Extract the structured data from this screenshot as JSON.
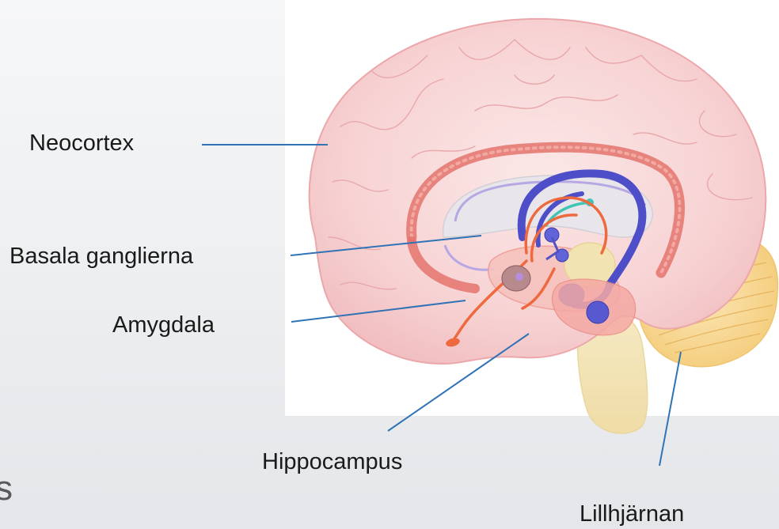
{
  "labels": {
    "neocortex": "Neocortex",
    "basal_ganglia": "Basala ganglierna",
    "amygdala": "Amygdala",
    "hippocampus": "Hippocampus",
    "cerebellum": "Lillhjärnan"
  },
  "stray_text": "s",
  "colors": {
    "background": "#eceef0",
    "panel": "#ffffff",
    "cortex": "#f6cdcf",
    "cortex_outline": "#e89a9e",
    "cingulate": "#e4736c",
    "limbic_blue": "#4e4fc8",
    "fornix_orange": "#ee6a3e",
    "teal": "#3fc4b5",
    "brainstem": "#f2e4b6",
    "cerebellum": "#f9d98f",
    "leader_line": "#2f72b5"
  }
}
